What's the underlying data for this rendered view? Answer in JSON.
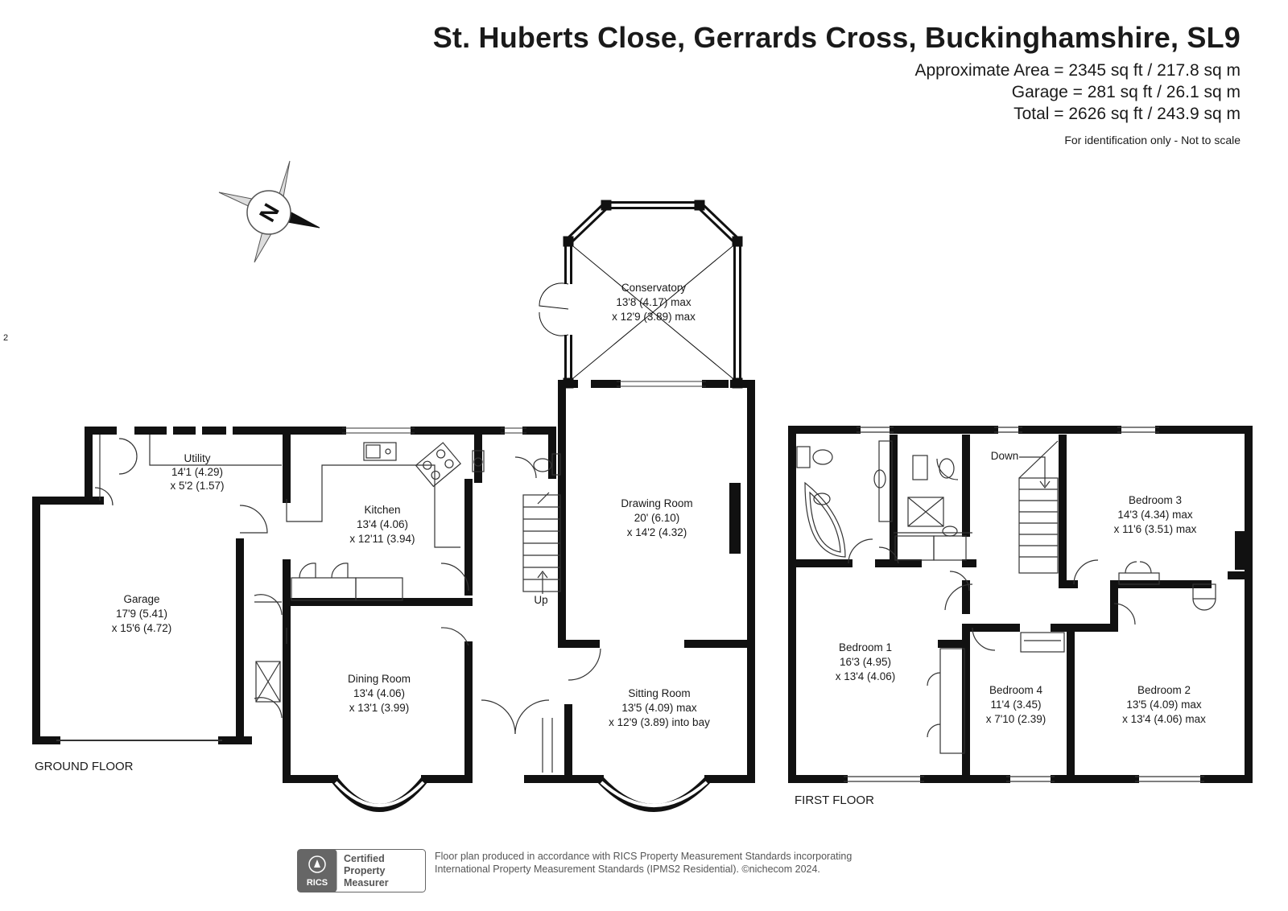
{
  "header": {
    "title": "St. Huberts Close, Gerrards Cross, Buckinghamshire, SL9",
    "areas": [
      "Approximate Area = 2345 sq ft / 217.8 sq m",
      "Garage = 281 sq ft / 26.1 sq m",
      "Total = 2626 sq ft / 243.9 sq m"
    ],
    "note": "For identification only - Not to scale"
  },
  "stray_mark": "2",
  "compass": {
    "letter": "N"
  },
  "floors": {
    "ground": "GROUND FLOOR",
    "first": "FIRST FLOOR"
  },
  "rooms": {
    "conservatory": {
      "name": "Conservatory",
      "l1": "13'8 (4.17) max",
      "l2": "x 12'9 (3.89) max"
    },
    "utility": {
      "name": "Utility",
      "l1": "14'1 (4.29)",
      "l2": "x 5'2 (1.57)"
    },
    "kitchen": {
      "name": "Kitchen",
      "l1": "13'4 (4.06)",
      "l2": "x 12'11 (3.94)"
    },
    "drawing": {
      "name": "Drawing Room",
      "l1": "20' (6.10)",
      "l2": "x 14'2 (4.32)"
    },
    "garage": {
      "name": "Garage",
      "l1": "17'9 (5.41)",
      "l2": "x 15'6 (4.72)"
    },
    "dining": {
      "name": "Dining Room",
      "l1": "13'4 (4.06)",
      "l2": "x 13'1 (3.99)"
    },
    "sitting": {
      "name": "Sitting Room",
      "l1": "13'5 (4.09) max",
      "l2": "x 12'9 (3.89) into bay"
    },
    "bed1": {
      "name": "Bedroom 1",
      "l1": "16'3 (4.95)",
      "l2": "x 13'4 (4.06)"
    },
    "bed2": {
      "name": "Bedroom 2",
      "l1": "13'5 (4.09) max",
      "l2": "x 13'4 (4.06) max"
    },
    "bed3": {
      "name": "Bedroom 3",
      "l1": "14'3 (4.34) max",
      "l2": "x 11'6 (3.51) max"
    },
    "bed4": {
      "name": "Bedroom 4",
      "l1": "11'4 (3.45)",
      "l2": "x 7'10 (2.39)"
    }
  },
  "stairs": {
    "up": "Up",
    "down": "Down"
  },
  "footer": {
    "badge": {
      "org": "RICS",
      "l1": "Certified",
      "l2": "Property",
      "l3": "Measurer"
    },
    "line1": "Floor plan produced in accordance with RICS Property Measurement Standards incorporating",
    "line2": "International Property Measurement Standards (IPMS2 Residential).  ©nichecom 2024."
  },
  "colors": {
    "wall": "#111111",
    "text": "#1a1a1a",
    "badge": "#666666"
  }
}
